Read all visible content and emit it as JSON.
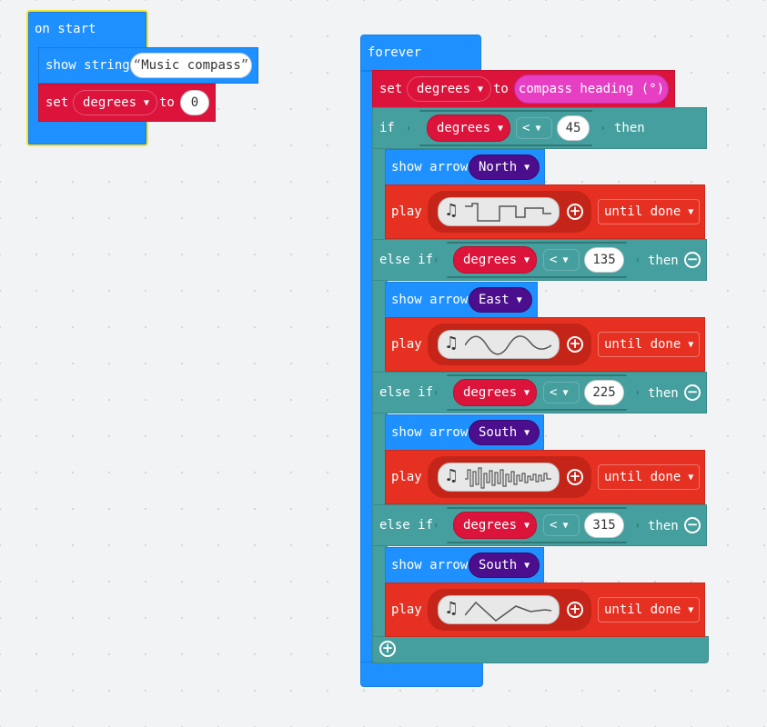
{
  "on_start": {
    "label": "on start",
    "show_string": {
      "label": "show string",
      "value": "Music compass"
    },
    "set": {
      "label": "set",
      "var": "degrees",
      "to": "to",
      "value": "0"
    }
  },
  "forever": {
    "label": "forever",
    "set": {
      "label": "set",
      "var": "degrees",
      "to": "to",
      "value": "compass heading (°)"
    },
    "if_label": "if",
    "else_if_label": "else if",
    "then_label": "then",
    "play_label": "play",
    "until_done_label": "until done",
    "show_arrow_label": "show arrow",
    "branches": [
      {
        "var": "degrees",
        "op": "<",
        "value": "45",
        "arrow": "North",
        "sound": "square-wave"
      },
      {
        "var": "degrees",
        "op": "<",
        "value": "135",
        "arrow": "East",
        "sound": "sine-wave"
      },
      {
        "var": "degrees",
        "op": "<",
        "value": "225",
        "arrow": "South",
        "sound": "noise-wave"
      },
      {
        "var": "degrees",
        "op": "<",
        "value": "315",
        "arrow": "South",
        "sound": "triangle-wave"
      }
    ]
  },
  "icons": {
    "note": "music-note-icon",
    "add": "plus-circle-icon",
    "remove": "minus-circle-icon",
    "dropdown": "caret-down-icon"
  },
  "colors": {
    "basic": "#1e90ff",
    "variables": "#dc143c",
    "logic": "#459f9e",
    "music": "#e63022",
    "led": "#4b0e8c",
    "highlight": "#f4e12f"
  }
}
